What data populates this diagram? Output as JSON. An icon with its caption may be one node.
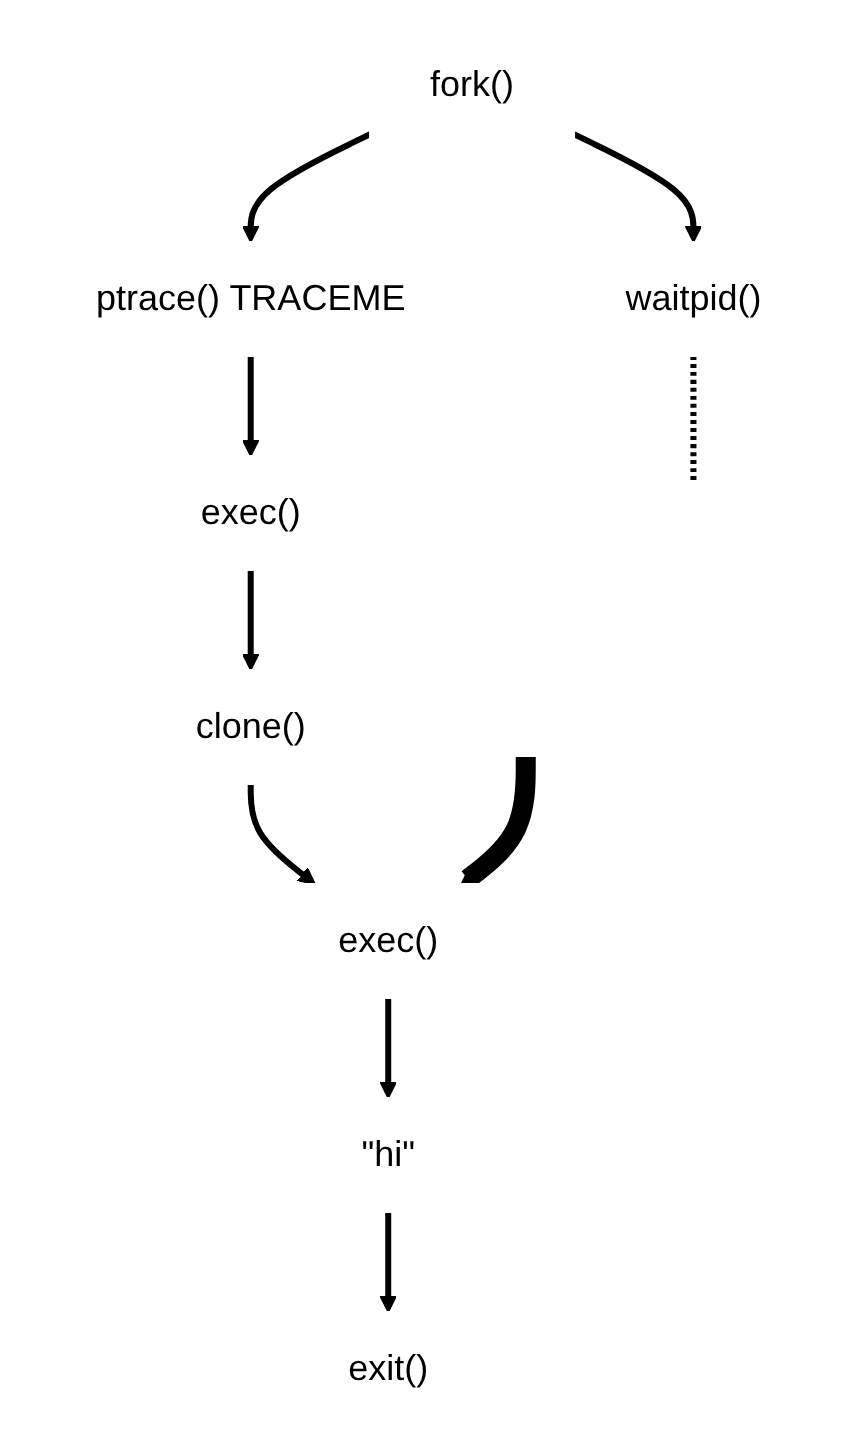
{
  "diagram": {
    "nodes": [
      {
        "text": [
          "fork()"
        ]
      },
      {
        "text": [
          "ptrace() TRACEME"
        ]
      },
      {
        "text": [
          "waitpid()"
        ]
      },
      {
        "text": [
          "exec()"
        ]
      },
      {
        "text": [
          "clone()"
        ]
      },
      {
        "text": [
          "exec()"
        ]
      },
      {
        "text": [
          "\"hi\""
        ]
      },
      {
        "text": [
          "exit()"
        ]
      }
    ],
    "edges": [
      {
        "from": 0,
        "to": 1,
        "arrow": "to"
      },
      {
        "from": 0,
        "to": 2,
        "arrow": "to"
      },
      {
        "from": 1,
        "to": 3,
        "arrow": "to"
      },
      {
        "from": 3,
        "to": 4,
        "arrow": "to"
      },
      {
        "from": 4,
        "to": 5,
        "arrow": "to"
      },
      {
        "from": 5,
        "to": 6,
        "arrow": "to"
      },
      {
        "from": 6,
        "to": 7,
        "arrow": "to"
      },
      {
        "from": 2,
        "to": null,
        "arrow": "none",
        "style": "dashed"
      },
      {
        "from": null,
        "to": 5,
        "arrow": "to",
        "style": "thick"
      }
    ]
  }
}
